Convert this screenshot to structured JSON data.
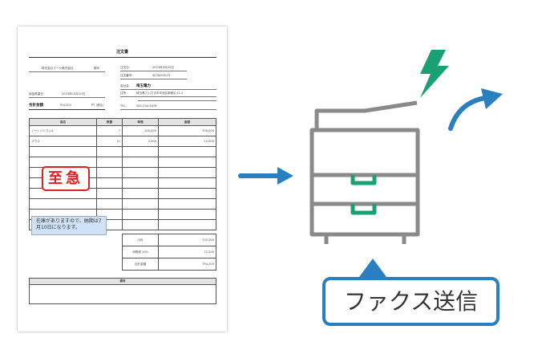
{
  "document": {
    "title": "注文書",
    "recipient": "株式会社マーケ株式会社",
    "honorific": "御中",
    "order_date_label": "注文日：",
    "order_date": "2023年9月29日",
    "order_no_label": "注文番号：",
    "order_no": "SJ230925-01",
    "company_label": "会社名：",
    "company": "埼玉電力",
    "address_label": "住所：",
    "address": "埼玉県さいたま市中央区新都心11-2",
    "delivery_label": "納品希望日",
    "delivery_date": "2023年10月10日",
    "total_label": "合計金額",
    "total_value": "794,200",
    "total_unit": "円（税込）",
    "tel_label": "TEL：",
    "tel": "045-234-5678",
    "table_headers": [
      "品名",
      "数量",
      "単価",
      "金額"
    ],
    "rows": [
      [
        "ノートパソコンA",
        "7",
        "100,000",
        "700,000"
      ],
      [
        "マウス",
        "11",
        "2,000",
        "22,000"
      ]
    ],
    "summary": [
      [
        "小計",
        "722,000"
      ],
      [
        "消費税 10%",
        "72,200"
      ],
      [
        "合計金額",
        "794,200"
      ]
    ],
    "remarks_label": "備考",
    "urgent_stamp": "至急",
    "note": "在庫がありますので、納期は7月10日になります。"
  },
  "fax_label": "ファクス送信",
  "colors": {
    "accent_blue": "#2a7fc0",
    "lightning_green": "#1aa072",
    "urgent_red": "#e02020",
    "printer_gray": "#8a8a8a",
    "tray_green": "#1aa072"
  },
  "icons": [
    "arrow-right-icon",
    "printer-icon",
    "lightning-icon",
    "curved-arrow-icon"
  ]
}
